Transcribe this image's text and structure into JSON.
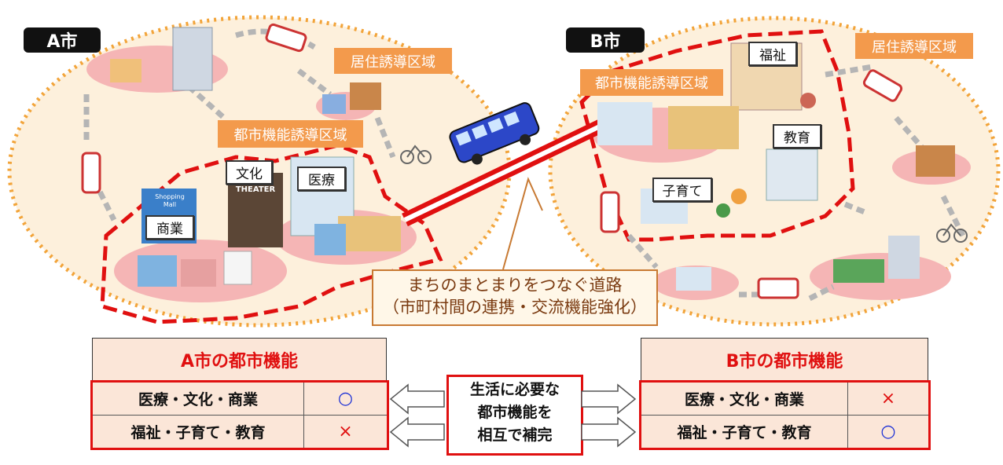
{
  "cities": {
    "a": {
      "name": "A市",
      "residential_zone": "居住誘導区域",
      "urban_zone": "都市機能誘導区域",
      "facilities": {
        "culture": "文化",
        "medical": "医療",
        "commerce": "商業"
      },
      "theater_sign": "THEATER",
      "mall_sign": "Shopping Mall"
    },
    "b": {
      "name": "B市",
      "residential_zone": "居住誘導区域",
      "urban_zone": "都市機能誘導区域",
      "facilities": {
        "welfare": "福祉",
        "education": "教育",
        "childcare": "子育て"
      }
    }
  },
  "road_callout": {
    "line1": "まちのまとまりをつなぐ道路",
    "line2": "（市町村間の連携・交流機能強化）"
  },
  "table_a": {
    "title": "A市の都市機能",
    "rows": [
      {
        "label": "医療・文化・商業",
        "mark": "○"
      },
      {
        "label": "福祉・子育て・教育",
        "mark": "×"
      }
    ]
  },
  "table_b": {
    "title": "B市の都市機能",
    "rows": [
      {
        "label": "医療・文化・商業",
        "mark": "×"
      },
      {
        "label": "福祉・子育て・教育",
        "mark": "○"
      }
    ]
  },
  "center_note": {
    "line1": "生活に必要な",
    "line2": "都市機能を",
    "line3": "相互で補完"
  },
  "colors": {
    "accent_red": "#e01010",
    "zone_orange": "#f39a4c",
    "circle_mark": "#1a2fd6",
    "cross_mark": "#e01010"
  }
}
